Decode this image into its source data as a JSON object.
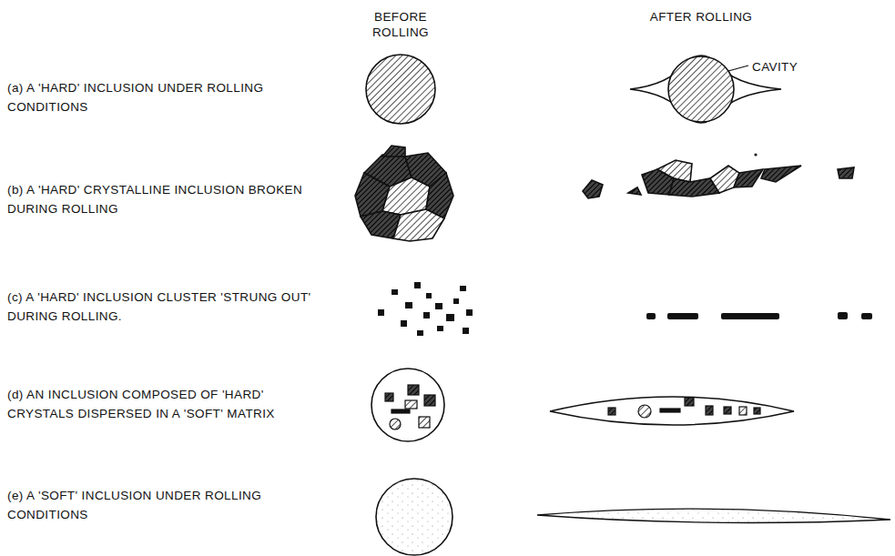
{
  "diagram": {
    "labels": [
      "BEFORE ROLLING",
      "AFTER ROLLING",
      "CAVITY",
      "(a) A 'HARD' INCLUSION UNDER ROLLING CONDITIONS",
      "(b) A 'HARD' CRYSTALLINE INCLUSION BROKEN DURING ROLLING",
      "(c) A 'HARD' INCLUSION CLUSTER 'STRUNG OUT' DURING ROLLING.",
      "(d) AN INCLUSION COMPOSED OF 'HARD' CRYSTALS DISPERSED IN A 'SOFT' MATRIX",
      "(e) A 'SOFT' INCLUSION UNDER ROLLING CONDITIONS"
    ]
  }
}
